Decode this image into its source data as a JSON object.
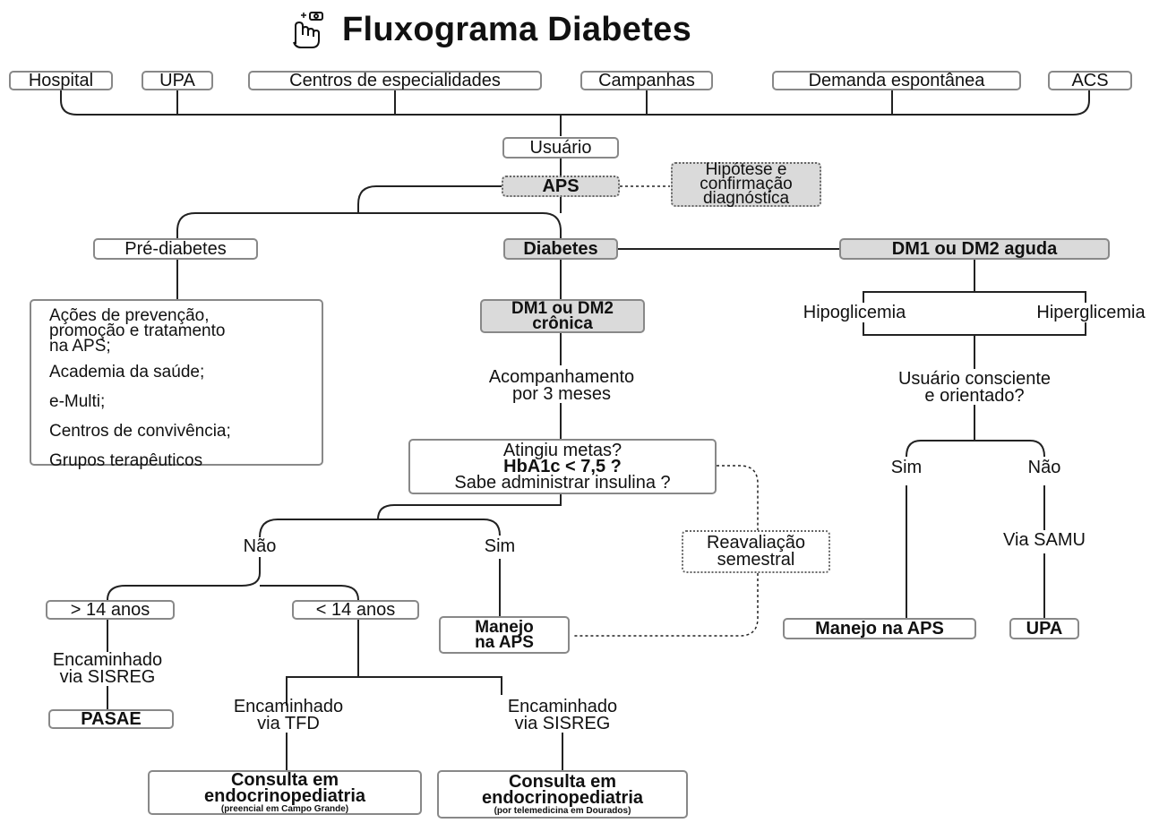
{
  "title": "Fluxograma Diabetes",
  "logo_icon": "hand-pointer-icon",
  "sources": [
    "Hospital",
    "UPA",
    "Centros de especialidades",
    "Campanhas",
    "Demanda espontânea",
    "ACS"
  ],
  "usuario": "Usuário",
  "aps": "APS",
  "hipotese": [
    "Hipótese e",
    "confirmação",
    "diagnóstica"
  ],
  "pre_diabetes": "Pré-diabetes",
  "pre_actions": [
    "Ações de prevenção,",
    "promoção e tratamento",
    "na APS;",
    "Academia da saúde;",
    "e-Multi;",
    "Centros de convivência;",
    "Grupos terapêuticos"
  ],
  "diabetes": "Diabetes",
  "dm_aguda": "DM1 ou DM2 aguda",
  "dm_cronica": [
    "DM1 ou DM2",
    "crônica"
  ],
  "acompanhamento": [
    "Acompanhamento",
    "por 3 meses"
  ],
  "metas": [
    "Atingiu metas?",
    "HbA1c < 7,5 ?",
    "Sabe administrar insulina ?"
  ],
  "reavaliacao": [
    "Reavaliação",
    "semestral"
  ],
  "nao_left": "Não",
  "sim_mid": "Sim",
  "maior_14": "> 14 anos",
  "menor_14": "< 14 anos",
  "encaminhado_sisreg_1": [
    "Encaminhado",
    "via SISREG"
  ],
  "pasae": "PASAE",
  "manejo_aps_mid": [
    "Manejo",
    "na APS"
  ],
  "encaminhado_tfd": [
    "Encaminhado",
    "via TFD"
  ],
  "encaminhado_sisreg_2": [
    "Encaminhado",
    "via SISREG"
  ],
  "consulta_1": [
    "Consulta em",
    "endocrinopediatria",
    "(preencial em Campo Grande)"
  ],
  "consulta_2": [
    "Consulta em",
    "endocrinopediatria",
    "(por telemedicina em Dourados)"
  ],
  "hipoglicemia": "Hipoglicemia",
  "hiperglicemia": "Hiperglicemia",
  "consciente": [
    "Usuário consciente",
    "e orientado?"
  ],
  "sim_right": "Sim",
  "nao_right": "Não",
  "via_samu": "Via SAMU",
  "manejo_aps_right": "Manejo na APS",
  "upa_right": "UPA"
}
